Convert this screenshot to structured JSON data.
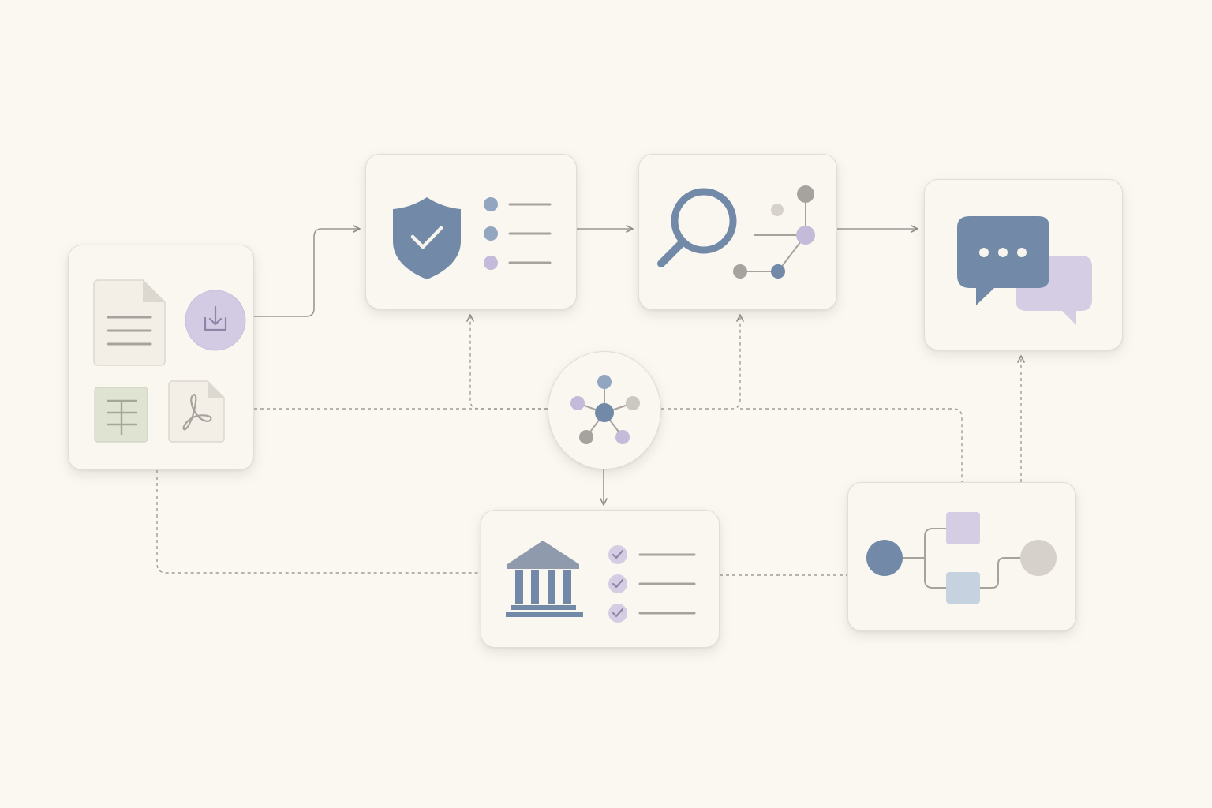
{
  "diagram": {
    "nodes": [
      {
        "id": "source-documents",
        "icons": [
          "document-icon",
          "download-icon",
          "spreadsheet-icon",
          "pdf-icon"
        ]
      },
      {
        "id": "security-check",
        "icons": [
          "shield-check-icon",
          "list-icon"
        ]
      },
      {
        "id": "search-analysis",
        "icons": [
          "magnifier-icon",
          "node-graph-icon"
        ]
      },
      {
        "id": "chat-response",
        "icons": [
          "chat-bubbles-icon"
        ]
      },
      {
        "id": "central-hub",
        "icons": [
          "network-hub-icon"
        ]
      },
      {
        "id": "compliance",
        "icons": [
          "institution-icon",
          "checklist-icon"
        ]
      },
      {
        "id": "workflow",
        "icons": [
          "flowchart-icon"
        ]
      }
    ],
    "edges": [
      {
        "from": "source-documents",
        "to": "security-check",
        "style": "solid"
      },
      {
        "from": "security-check",
        "to": "search-analysis",
        "style": "solid"
      },
      {
        "from": "search-analysis",
        "to": "chat-response",
        "style": "solid"
      },
      {
        "from": "central-hub",
        "to": "security-check",
        "style": "dashed"
      },
      {
        "from": "central-hub",
        "to": "search-analysis",
        "style": "dashed"
      },
      {
        "from": "central-hub",
        "to": "compliance",
        "style": "solid"
      },
      {
        "from": "source-documents",
        "to": "central-hub",
        "style": "dashed"
      },
      {
        "from": "central-hub",
        "to": "workflow",
        "style": "dashed"
      },
      {
        "from": "source-documents",
        "to": "compliance",
        "style": "dashed"
      },
      {
        "from": "compliance",
        "to": "workflow",
        "style": "dashed"
      },
      {
        "from": "workflow",
        "to": "chat-response",
        "style": "dashed"
      }
    ],
    "colors": {
      "background": "#fbf8f2",
      "card": "#faf7f1",
      "card_border": "#e2ddd6",
      "slate_blue": "#7289a8",
      "lavender": "#c4bad9",
      "grey": "#a6a39e",
      "line": "#9a9894",
      "sage": "#dfe3d2"
    }
  }
}
